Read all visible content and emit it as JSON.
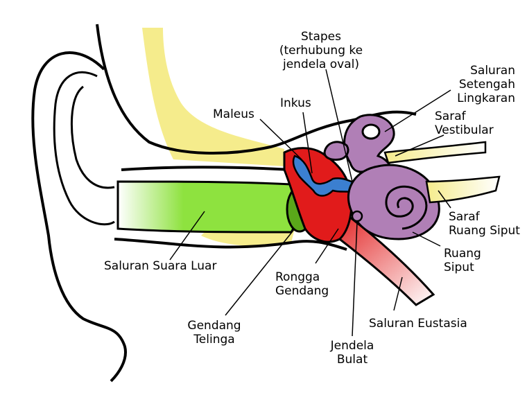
{
  "labels": {
    "stapes": [
      "Stapes",
      "(terhubung ke",
      "jendela oval)"
    ],
    "saluran_setengah_lingkaran": [
      "Saluran",
      "Setengah",
      "Lingkaran"
    ],
    "maleus": "Maleus",
    "inkus": "Inkus",
    "saraf_vestibular": [
      "Saraf",
      "Vestibular"
    ],
    "saraf_ruang_siput": [
      "Saraf",
      "Ruang Siput"
    ],
    "ruang_siput": [
      "Ruang",
      "Siput"
    ],
    "saluran_suara_luar": "Saluran Suara Luar",
    "rongga_gendang": [
      "Rongga",
      "Gendang"
    ],
    "saluran_eustasia": "Saluran Eustasia",
    "gendang_telinga": [
      "Gendang",
      "Telinga"
    ],
    "jendela_bulat": [
      "Jendela",
      "Bulat"
    ]
  },
  "colors": {
    "outline": "#000000",
    "bone_yellow": "#f5ec8c",
    "canal_green": "#8ee23f",
    "eardrum_green": "#5aa81a",
    "cavity_red": "#e11b1b",
    "ossicle_blue": "#3b7fd0",
    "cochlea_purple": "#b07fb6",
    "nerve_yellow": "#f5ec8c",
    "eustachian_pink": "#e87070"
  }
}
